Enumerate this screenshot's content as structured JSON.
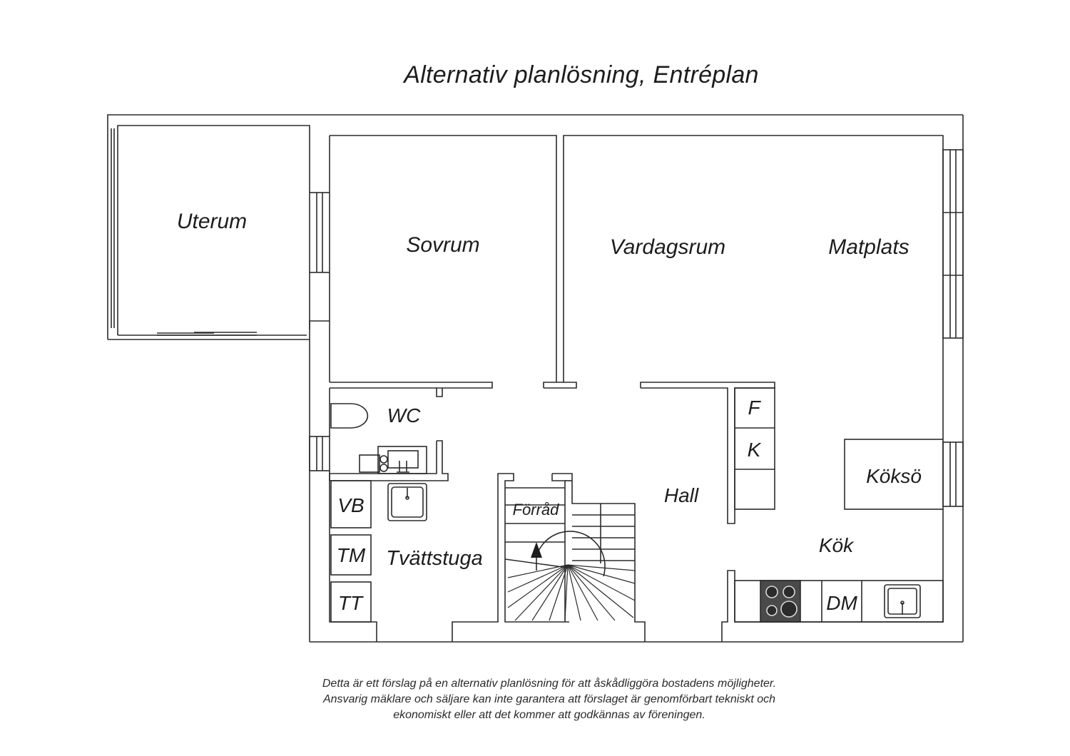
{
  "title": "Alternativ planlösning, Entréplan",
  "rooms": {
    "uterum": "Uterum",
    "sovrum": "Sovrum",
    "vardagsrum": "Vardagsrum",
    "matplats": "Matplats",
    "wc": "WC",
    "hall": "Hall",
    "forrad": "Förråd",
    "tvattstuga": "Tvättstuga",
    "kok": "Kök",
    "kokso": "Köksö"
  },
  "appliances": {
    "freezer": "F",
    "fridge": "K",
    "washbasin": "VB",
    "washing_machine": "TM",
    "tumble_dryer": "TT",
    "dishwasher": "DM"
  },
  "disclaimer": [
    "Detta är ett förslag på en alternativ planlösning för att åskådliggöra bostadens möjligheter.",
    "Ansvarig mäklare och säljare kan inte garantera att förslaget är genomförbart tekniskt och",
    "ekonomiskt eller att det kommer att godkännas av föreningen."
  ],
  "colors": {
    "wall": "#2b2b2b",
    "stove": "#4a4a4a",
    "text": "#1d1d1d"
  }
}
